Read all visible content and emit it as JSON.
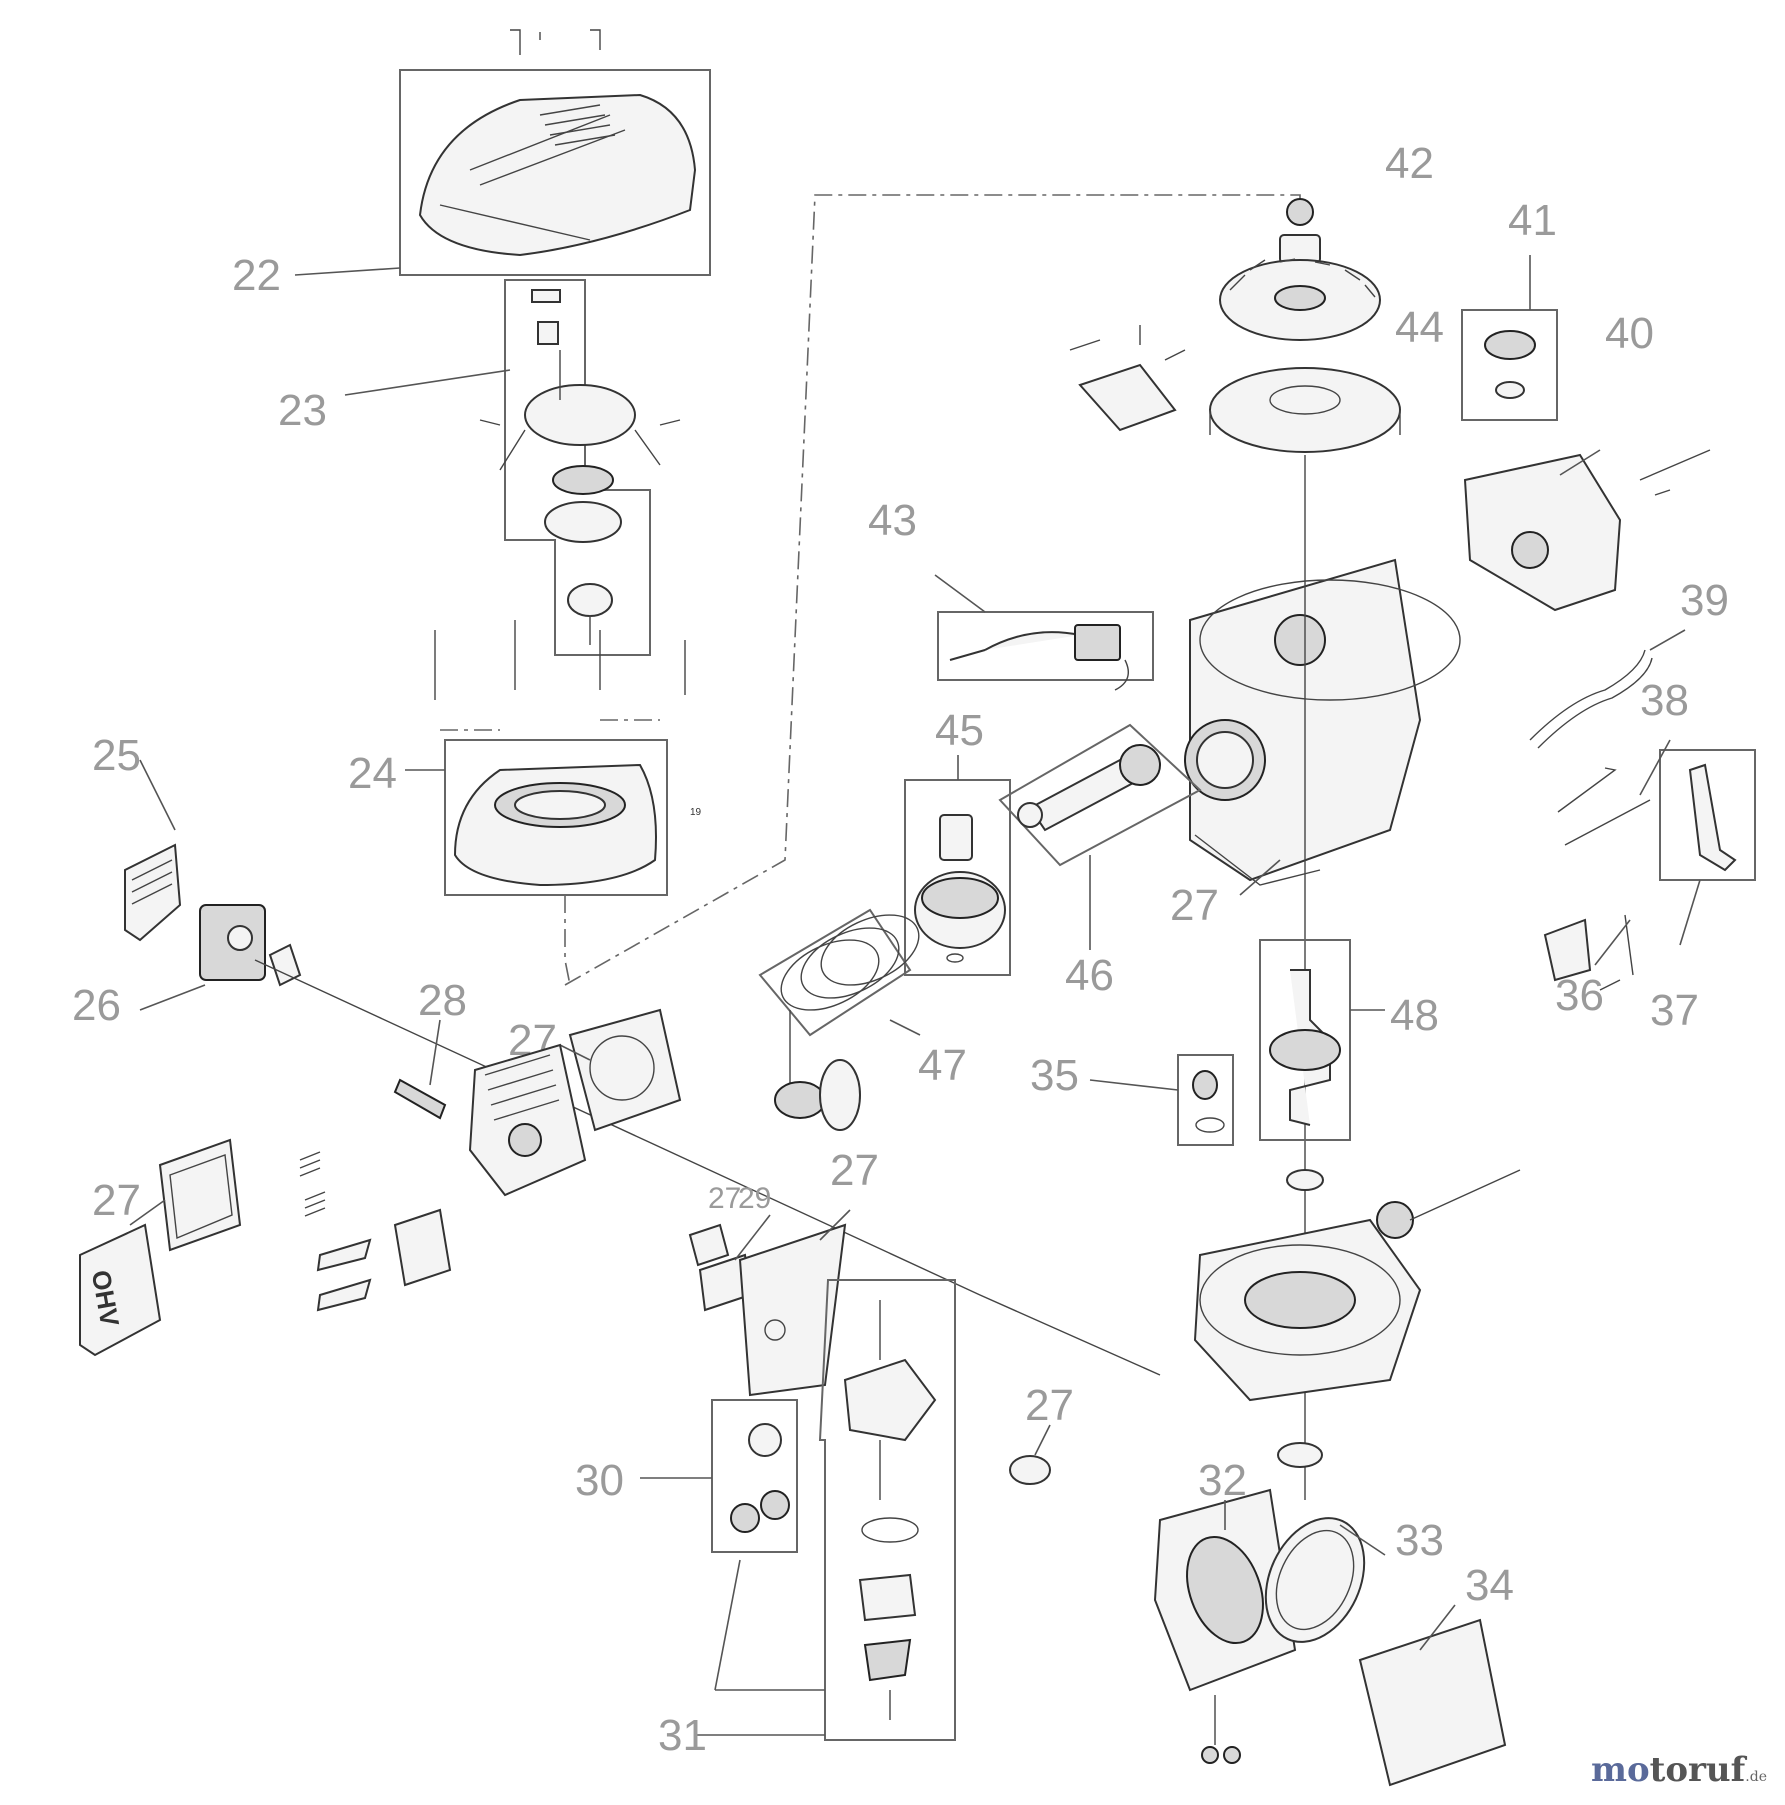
{
  "callouts": {
    "c22": "22",
    "c23": "23",
    "c24": "24",
    "c25": "25",
    "c26": "26",
    "c27a": "27",
    "c27b": "27",
    "c27c": "27",
    "c27d": "27",
    "c27e": "27",
    "c27f": "27",
    "c28": "28",
    "c29": "29",
    "c30": "30",
    "c31": "31",
    "c32": "32",
    "c33": "33",
    "c34": "34",
    "c35": "35",
    "c36": "36",
    "c37": "37",
    "c38": "38",
    "c39": "39",
    "c40": "40",
    "c41": "41",
    "c42": "42",
    "c43": "43",
    "c44": "44",
    "c45": "45",
    "c46": "46",
    "c47": "47",
    "c48": "48"
  },
  "valve_cover_text": "OHV",
  "small_mark": "19",
  "watermark": {
    "brand_a": "mo",
    "brand_b": "toruf",
    "tld": ".de"
  }
}
